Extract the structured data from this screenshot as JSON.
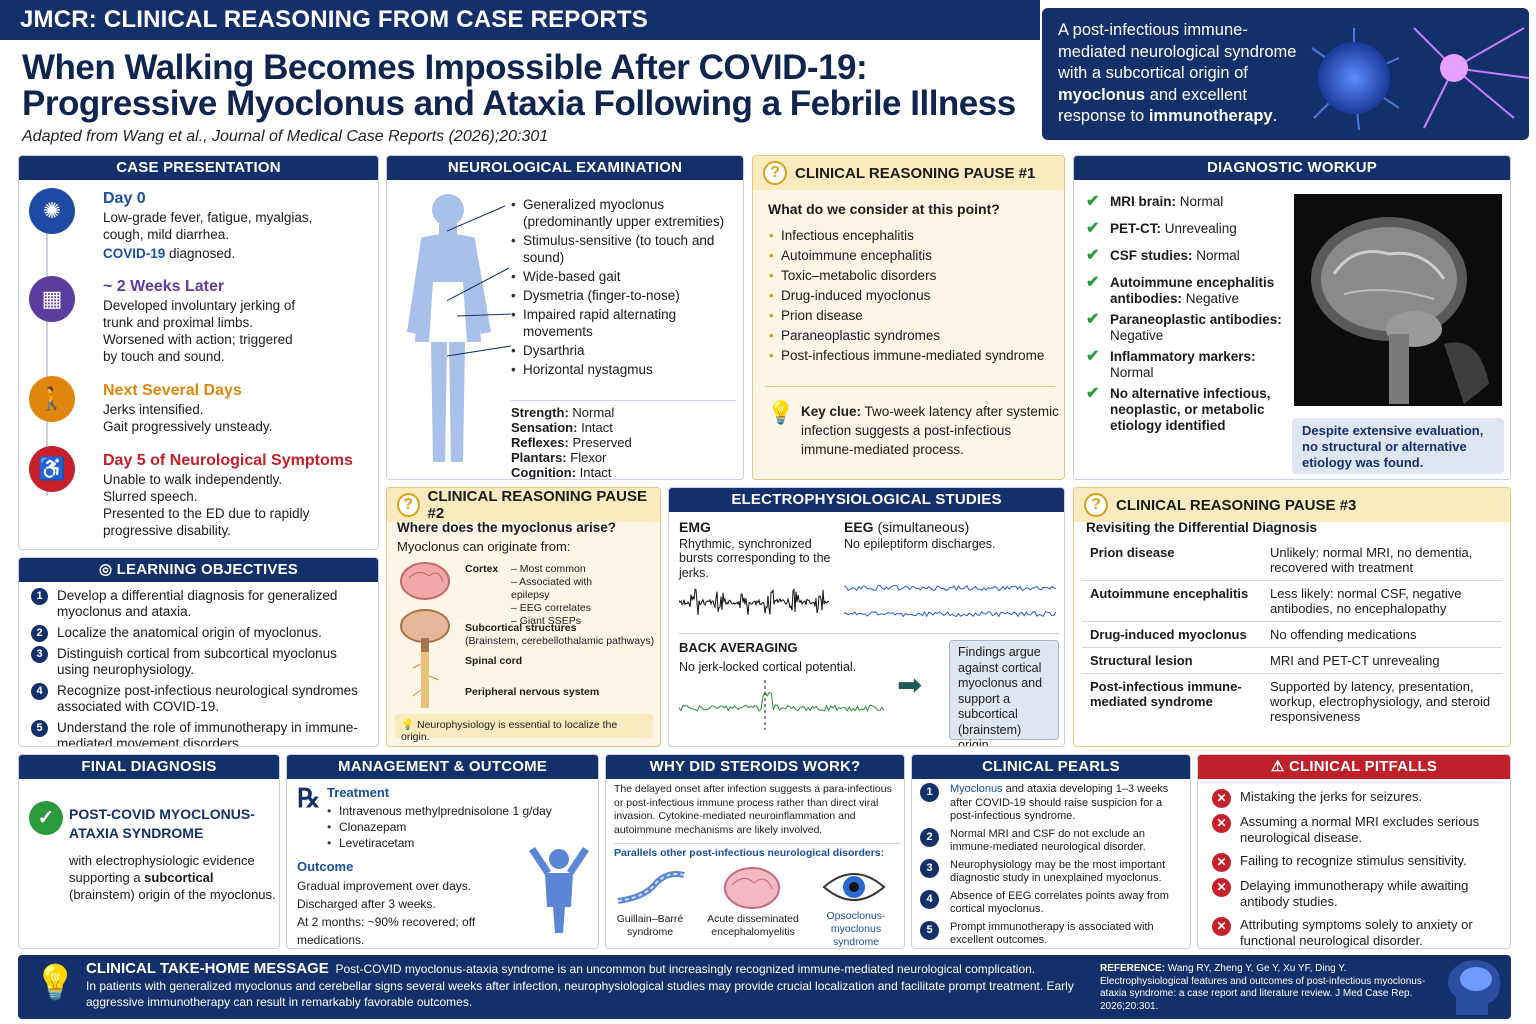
{
  "header": {
    "band": "JMCR: CLINICAL REASONING FROM CASE REPORTS",
    "title_line1": "When Walking Becomes Impossible After COVID-19:",
    "title_line2": "Progressive Myoclonus and Ataxia Following a Febrile Illness",
    "subtitle": "Adapted from Wang et al., Journal of Medical Case Reports (2026);20:301"
  },
  "callout": {
    "text_a": "A post-infectious immune-mediated neurological syndrome with a subcortical origin of ",
    "text_bold1": "myoclonus",
    "text_b": " and excellent response to ",
    "text_bold2": "immunotherapy",
    "text_c": "."
  },
  "case": {
    "header": "CASE PRESENTATION",
    "steps": [
      {
        "title": "Day 0",
        "lines": [
          "Low-grade fever, fatigue, myalgias,",
          "cough, mild diarrhea."
        ],
        "emph": "COVID-19",
        "emph_rest": " diagnosed."
      },
      {
        "title": "~ 2 Weeks Later",
        "lines": [
          "Developed involuntary jerking of",
          "trunk and proximal limbs.",
          "Worsened with action; triggered",
          "by touch and sound."
        ]
      },
      {
        "title": "Next Several Days",
        "lines": [
          "Jerks intensified.",
          "Gait progressively unsteady."
        ]
      },
      {
        "title": "Day 5 of Neurological Symptoms",
        "lines": [
          "Unable to walk independently.",
          "Slurred speech.",
          "Presented to the ED due to rapidly",
          "progressive disability."
        ]
      }
    ]
  },
  "exam": {
    "header": "NEUROLOGICAL EXAMINATION",
    "findings": [
      "Generalized myoclonus (predominantly upper extremities)",
      "Stimulus-sensitive (to touch and sound)",
      "Wide-based gait",
      "Dysmetria (finger-to-nose)",
      "Impaired rapid alternating movements",
      "Dysarthria",
      "Horizontal nystagmus"
    ],
    "normals": [
      {
        "k": "Strength:",
        "v": "Normal"
      },
      {
        "k": "Sensation:",
        "v": "Intact"
      },
      {
        "k": "Reflexes:",
        "v": "Preserved"
      },
      {
        "k": "Plantars:",
        "v": "Flexor"
      },
      {
        "k": "Cognition:",
        "v": "Intact"
      }
    ]
  },
  "pause1": {
    "header": "CLINICAL REASONING PAUSE #1",
    "question": "What do we consider at this point?",
    "items": [
      "Infectious encephalitis",
      "Autoimmune encephalitis",
      "Toxic–metabolic disorders",
      "Drug-induced myoclonus",
      "Prion disease",
      "Paraneoplastic syndromes",
      "Post-infectious immune-mediated syndrome"
    ],
    "clue_label": "Key clue:",
    "clue": " Two-week latency after systemic infection suggests a post-infectious immune-mediated process."
  },
  "workup": {
    "header": "DIAGNOSTIC WORKUP",
    "items": [
      {
        "k": "MRI brain:",
        "v": " Normal"
      },
      {
        "k": "PET-CT:",
        "v": " Unrevealing"
      },
      {
        "k": "CSF studies:",
        "v": " Normal"
      },
      {
        "k": "Autoimmune encephalitis antibodies:",
        "v": " Negative"
      },
      {
        "k": "Paraneoplastic antibodies:",
        "v": " Negative"
      },
      {
        "k": "Inflammatory markers:",
        "v": " Normal"
      },
      {
        "k": "No alternative infectious, neoplastic, or metabolic etiology identified",
        "v": ""
      }
    ],
    "note": "Despite extensive evaluation, no structural or alternative etiology was found."
  },
  "objectives": {
    "header": "LEARNING OBJECTIVES",
    "items": [
      "Develop a differential diagnosis for generalized myoclonus and ataxia.",
      "Localize the anatomical origin of myoclonus.",
      "Distinguish cortical from subcortical myoclonus using neurophysiology.",
      "Recognize post-infectious neurological syndromes associated with COVID-19.",
      "Understand the role of immunotherapy in immune-mediated movement disorders."
    ]
  },
  "pause2": {
    "header": "CLINICAL REASONING PAUSE #2",
    "question": "Where does the myoclonus arise?",
    "intro": "Myoclonus can originate from:",
    "cortex": "Cortex",
    "cortex_notes": [
      "– Most common",
      "– Associated with epilepsy",
      "– EEG correlates",
      "– Giant SSEPs"
    ],
    "subcortical": "Subcortical structures",
    "subcortical_note": "(Brainstem, cerebellothalamic pathways)",
    "spinal": "Spinal cord",
    "peripheral": "Peripheral nervous system",
    "tip": "Neurophysiology is essential to localize the origin."
  },
  "electro": {
    "header": "ELECTROPHYSIOLOGICAL STUDIES",
    "emg_title": "EMG",
    "emg_text": "Rhythmic, synchronized bursts corresponding to the jerks.",
    "eeg_title": "EEG",
    "eeg_sub": " (simultaneous)",
    "eeg_text": "No epileptiform discharges.",
    "ba_title": "BACK AVERAGING",
    "ba_text": "No jerk-locked cortical potential.",
    "conclusion": "Findings argue against cortical myoclonus and support a subcortical (brainstem) origin."
  },
  "pause3": {
    "header": "CLINICAL REASONING PAUSE #3",
    "sub": "Revisiting the Differential Diagnosis",
    "rows": [
      {
        "dx": "Prion disease",
        "why": "Unlikely: normal MRI, no dementia, recovered with treatment"
      },
      {
        "dx": "Autoimmune encephalitis",
        "why": "Less likely: normal CSF, negative antibodies, no encephalopathy"
      },
      {
        "dx": "Drug-induced myoclonus",
        "why": "No offending medications"
      },
      {
        "dx": "Structural lesion",
        "why": "MRI and PET-CT unrevealing"
      },
      {
        "dx": "Post-infectious immune-mediated syndrome",
        "why": "Supported by latency, presentation, workup, electrophysiology, and steroid responsiveness"
      }
    ]
  },
  "final": {
    "header": "FINAL DIAGNOSIS",
    "dx": "POST-COVID MYOCLONUS-ATAXIA SYNDROME",
    "text_a": "with electrophysiologic evidence supporting a ",
    "text_b": "subcortical",
    "text_c": " (brainstem) origin of the myoclonus."
  },
  "mgmt": {
    "header": "MANAGEMENT & OUTCOME",
    "treat_title": "Treatment",
    "treat": [
      "Intravenous methylprednisolone 1 g/day",
      "Clonazepam",
      "Levetiracetam"
    ],
    "out_title": "Outcome",
    "out": [
      "Gradual improvement over days.",
      "Discharged after 3 weeks.",
      "At 2 months: ~90% recovered; off medications."
    ]
  },
  "steroids": {
    "header": "WHY DID STEROIDS WORK?",
    "text": "The delayed onset after infection suggests a para-infectious or post-infectious immune process rather than direct viral invasion. Cytokine-mediated neuroinflammation and autoimmune mechanisms are likely involved.",
    "parallels": "Parallels other post-infectious neurological disorders:",
    "d1": "Guillain–Barré syndrome",
    "d2": "Acute disseminated encephalomyelitis",
    "d3": "Opsoclonus-myoclonus syndrome"
  },
  "pearls": {
    "header": "CLINICAL PEARLS",
    "items": [
      {
        "em": "Myoclonus",
        "rest": " and ataxia developing 1–3 weeks after COVID-19 should raise suspicion for a post-infectious syndrome."
      },
      {
        "em": "",
        "rest": "Normal MRI and CSF do not exclude an immune-mediated neurological disorder."
      },
      {
        "em": "",
        "rest": "Neurophysiology may be the most important diagnostic study in unexplained myoclonus."
      },
      {
        "em": "",
        "rest": "Absence of EEG correlates points away from cortical myoclonus."
      },
      {
        "em": "",
        "rest": "Prompt immunotherapy is associated with excellent outcomes."
      }
    ]
  },
  "pitfalls": {
    "header": "CLINICAL PITFALLS",
    "items": [
      "Mistaking the jerks for seizures.",
      "Assuming a normal MRI excludes serious neurological disease.",
      "Failing to recognize stimulus sensitivity.",
      "Delaying immunotherapy while awaiting antibody studies.",
      "Attributing symptoms solely to anxiety or functional neurological disorder."
    ]
  },
  "takehome": {
    "title": "CLINICAL TAKE-HOME MESSAGE",
    "lead": "Post-COVID myoclonus-ataxia syndrome is an uncommon but increasingly recognized immune-mediated neurological complication.",
    "body": "In patients with generalized myoclonus and cerebellar signs several weeks after infection, neurophysiological studies may provide crucial localization and facilitate prompt treatment. Early aggressive immunotherapy can result in remarkably favorable outcomes."
  },
  "reference": {
    "label": "REFERENCE:",
    "text": " Wang RY, Zheng Y, Ge Y, Xu YF, Ding Y. Electrophysiological features and outcomes of post-infectious myoclonus-ataxia syndrome: a case report and literature review. J Med Case Rep. 2026;20:301."
  },
  "colors": {
    "navy": "#14306a",
    "red": "#c0202a",
    "gold": "#d9a21b",
    "green": "#2a9a3a"
  }
}
